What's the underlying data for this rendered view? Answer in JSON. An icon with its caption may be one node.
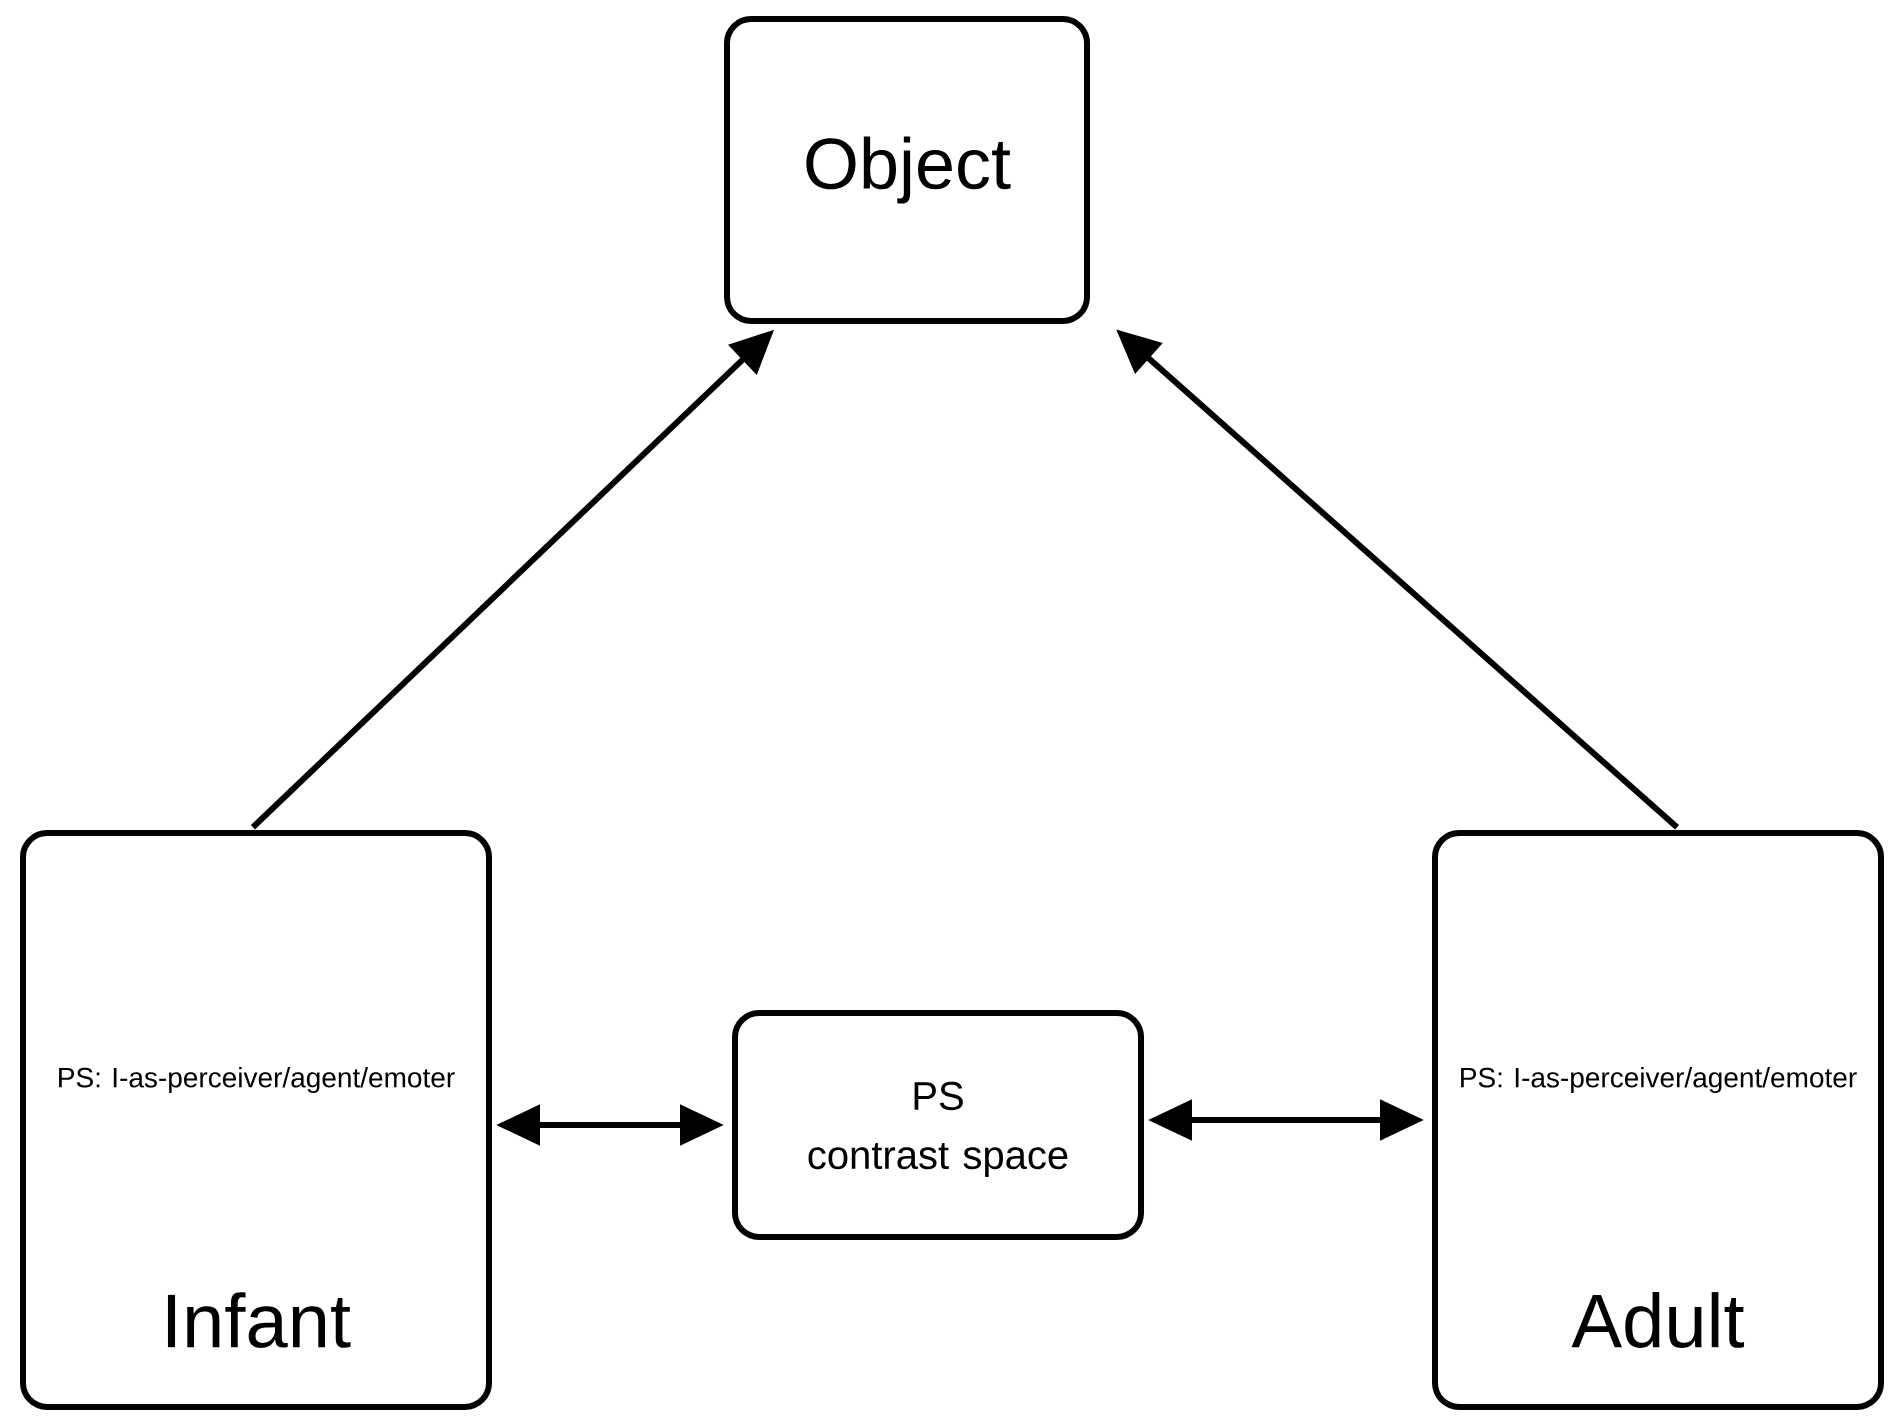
{
  "diagram": {
    "nodes": [
      {
        "text": [
          "Object"
        ]
      },
      {
        "text": [
          "PS: I-as-perceiver/agent/emoter",
          "Infant"
        ]
      },
      {
        "text": [
          "PS",
          "contrast space"
        ]
      },
      {
        "text": [
          "PS: I-as-perceiver/agent/emoter",
          "Adult"
        ]
      }
    ],
    "edges": [
      {
        "from": 1,
        "to": 0,
        "arrow": "to"
      },
      {
        "from": 3,
        "to": 0,
        "arrow": "to"
      },
      {
        "from": 1,
        "to": 2,
        "arrow": "both"
      },
      {
        "from": 2,
        "to": 3,
        "arrow": "both"
      }
    ]
  }
}
